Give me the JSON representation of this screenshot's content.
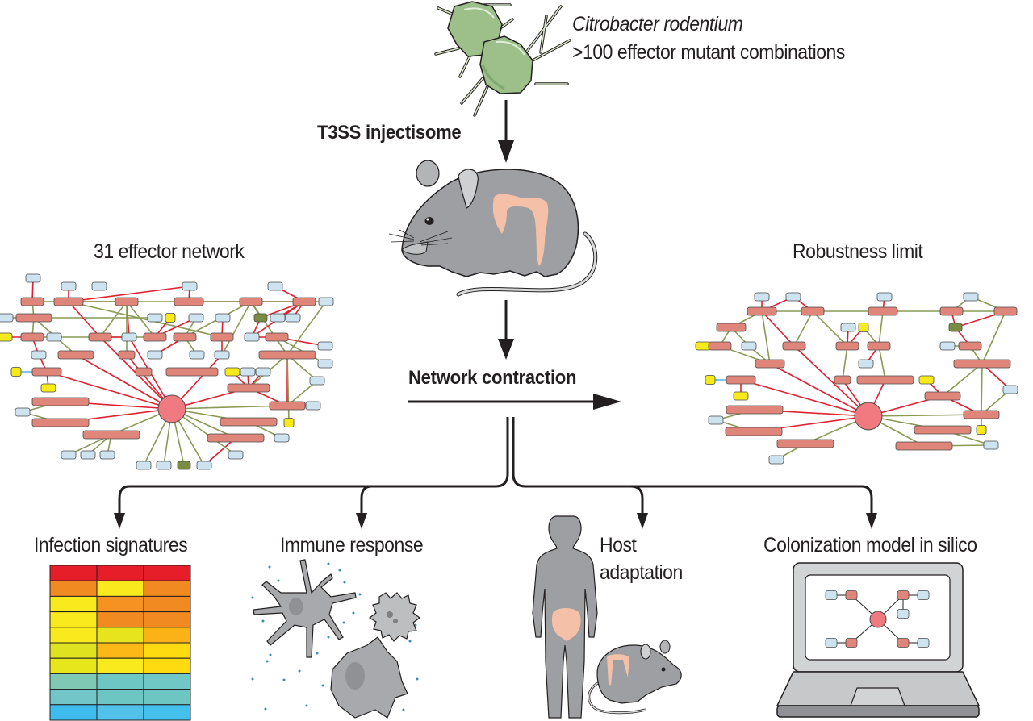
{
  "title": "Citrobacter rodentium effector network contraction",
  "labels": {
    "organism": "Citrobacter rodentium",
    "mutants": ">100 effector mutant combinations",
    "injectisome": "T3SS injectisome",
    "left_network": "31 effector network",
    "right_network": "Robustness limit",
    "contraction": "Network contraction",
    "outcome_1": "Infection signatures",
    "outcome_2": "Immune response",
    "outcome_3_line1": "Host",
    "outcome_3_line2": "adaptation",
    "outcome_4": "Colonization model in silico"
  },
  "colors": {
    "effector": "#e0857a",
    "host_target": "#cde3f0",
    "hub": "#f07a80",
    "yellow_node": "#f7ea1a",
    "green_node": "#7a8c44",
    "red_edge": "#e02030",
    "green_edge": "#8a9a55",
    "blue_edge": "#5aaee0",
    "bacterium": "#9dbf8a",
    "mouse": "#9d9fa2",
    "intestine": "#f4c0a8",
    "arrow": "#231f20"
  },
  "icons": [
    "bacteria-icon",
    "mouse-icon",
    "immune-cells-icon",
    "human-silhouette-icon",
    "laptop-icon",
    "heatmap-icon"
  ],
  "heatmap": {
    "rows": [
      [
        "#e61e2a",
        "#e61e2a",
        "#e61e2a"
      ],
      [
        "#f28a22",
        "#f8ea1c",
        "#f28a22"
      ],
      [
        "#f8ea1c",
        "#f59222",
        "#f28a22"
      ],
      [
        "#f8ea1c",
        "#f28a22",
        "#f28a22"
      ],
      [
        "#f8ea1c",
        "#e7e41e",
        "#fbb216"
      ],
      [
        "#dfe21e",
        "#fbb816",
        "#fddb10"
      ],
      [
        "#e7e61a",
        "#f8ea1c",
        "#fddb10"
      ],
      [
        "#7ec8b4",
        "#6ec6c4",
        "#70c8c6"
      ],
      [
        "#72c6c8",
        "#6ec6c2",
        "#6ec6c2"
      ],
      [
        "#3ebcee",
        "#52c2ea",
        "#44c0ec"
      ]
    ]
  },
  "left_network": {
    "hub": [
      213,
      507
    ],
    "nodes": [
      [
        41,
        345,
        "b",
        1
      ],
      [
        85,
        355,
        "b",
        1
      ],
      [
        123,
        355,
        "b",
        1
      ],
      [
        235,
        355,
        "b",
        1
      ],
      [
        341,
        355,
        "b",
        1
      ],
      [
        40,
        374,
        "e",
        1
      ],
      [
        85,
        374,
        "e",
        2
      ],
      [
        157,
        374,
        "e",
        1
      ],
      [
        234,
        374,
        "e",
        2
      ],
      [
        311,
        374,
        "e",
        1
      ],
      [
        377,
        374,
        "e",
        1
      ],
      [
        404,
        374,
        "b",
        1
      ],
      [
        42,
        394,
        "e",
        3
      ],
      [
        7,
        394,
        "b",
        1
      ],
      [
        192,
        394,
        "b",
        1
      ],
      [
        211,
        394,
        "y",
        0
      ],
      [
        243,
        394,
        "b",
        1
      ],
      [
        276,
        394,
        "b",
        1
      ],
      [
        323,
        394,
        "g",
        1
      ],
      [
        344,
        394,
        "b",
        1
      ],
      [
        363,
        394,
        "b",
        1
      ],
      [
        40,
        418,
        "e",
        1
      ],
      [
        6,
        418,
        "y",
        1
      ],
      [
        67,
        418,
        "b",
        1
      ],
      [
        124,
        418,
        "e",
        1
      ],
      [
        160,
        418,
        "b",
        1
      ],
      [
        192,
        418,
        "e",
        1
      ],
      [
        229,
        418,
        "e",
        1
      ],
      [
        275,
        418,
        "e",
        1
      ],
      [
        312,
        418,
        "b",
        1
      ],
      [
        343,
        418,
        "e",
        1
      ],
      [
        403,
        429,
        "b",
        1
      ],
      [
        48,
        440,
        "b",
        1
      ],
      [
        94,
        440,
        "e",
        3
      ],
      [
        157,
        440,
        "e",
        0
      ],
      [
        192,
        440,
        "b",
        1
      ],
      [
        244,
        440,
        "b",
        1
      ],
      [
        275,
        440,
        "b",
        1
      ],
      [
        356,
        440,
        "e",
        5
      ],
      [
        20,
        461,
        "y",
        0
      ],
      [
        58,
        461,
        "e",
        2
      ],
      [
        178,
        461,
        "e",
        0
      ],
      [
        238,
        461,
        "e",
        6
      ],
      [
        288,
        461,
        "y",
        1
      ],
      [
        307,
        461,
        "b",
        1
      ],
      [
        326,
        461,
        "b",
        1
      ],
      [
        403,
        451,
        "b",
        1
      ],
      [
        393,
        472,
        "b",
        1
      ],
      [
        60,
        481,
        "y",
        1
      ],
      [
        308,
        481,
        "e",
        4
      ],
      [
        388,
        503,
        "b",
        1
      ],
      [
        356,
        503,
        "e",
        3
      ],
      [
        358,
        524,
        "y",
        0
      ],
      [
        75,
        498,
        "e",
        5
      ],
      [
        28,
        511,
        "b",
        1
      ],
      [
        75,
        524,
        "e",
        5
      ],
      [
        308,
        523,
        "e",
        5
      ],
      [
        138,
        539,
        "e",
        5
      ],
      [
        292,
        543,
        "e",
        5
      ],
      [
        349,
        543,
        "b",
        1
      ],
      [
        85,
        564,
        "b",
        1
      ],
      [
        109,
        564,
        "b",
        1
      ],
      [
        133,
        564,
        "b",
        1
      ],
      [
        178,
        577,
        "b",
        1
      ],
      [
        203,
        577,
        "b",
        1
      ],
      [
        228,
        577,
        "g",
        1
      ],
      [
        253,
        577,
        "b",
        1
      ],
      [
        292,
        564,
        "b",
        1
      ]
    ],
    "edges": [
      [
        0,
        5,
        "r"
      ],
      [
        1,
        6,
        "r"
      ],
      [
        3,
        8,
        "r"
      ],
      [
        4,
        10,
        "r"
      ],
      [
        6,
        3,
        "r"
      ],
      [
        8,
        10,
        "r"
      ],
      [
        6,
        7,
        "r"
      ],
      [
        5,
        9,
        "g"
      ],
      [
        9,
        10,
        "g"
      ],
      [
        10,
        11,
        "g"
      ],
      [
        5,
        12,
        "g"
      ],
      [
        12,
        13,
        "g"
      ],
      [
        12,
        14,
        "g"
      ],
      [
        12,
        21,
        "g"
      ],
      [
        21,
        22,
        "r"
      ],
      [
        21,
        26,
        "g"
      ],
      [
        6,
        28,
        "g"
      ],
      [
        6,
        24,
        "r"
      ],
      [
        24,
        25,
        "r"
      ],
      [
        7,
        24,
        "g"
      ],
      [
        7,
        25,
        "r"
      ],
      [
        7,
        26,
        "g"
      ],
      [
        7,
        34,
        "g"
      ],
      [
        26,
        15,
        "r"
      ],
      [
        26,
        16,
        "r"
      ],
      [
        9,
        37,
        "g"
      ],
      [
        9,
        27,
        "g"
      ],
      [
        27,
        16,
        "g"
      ],
      [
        27,
        35,
        "r"
      ],
      [
        27,
        36,
        "g"
      ],
      [
        28,
        17,
        "r"
      ],
      [
        28,
        37,
        "r"
      ],
      [
        9,
        38,
        "g"
      ],
      [
        9,
        18,
        "g"
      ],
      [
        10,
        18,
        "r"
      ],
      [
        10,
        19,
        "r"
      ],
      [
        10,
        20,
        "r"
      ],
      [
        10,
        29,
        "r"
      ],
      [
        18,
        29,
        "r"
      ],
      [
        29,
        30,
        "r"
      ],
      [
        30,
        31,
        "r"
      ],
      [
        30,
        46,
        "g"
      ],
      [
        11,
        38,
        "g"
      ],
      [
        38,
        49,
        "g"
      ],
      [
        38,
        47,
        "g"
      ],
      [
        38,
        51,
        "r"
      ],
      [
        51,
        47,
        "g"
      ],
      [
        51,
        50,
        "g"
      ],
      [
        38,
        52,
        "g"
      ],
      [
        21,
        32,
        "r"
      ],
      [
        32,
        40,
        "r"
      ],
      [
        40,
        39,
        "bl"
      ],
      [
        40,
        48,
        "r"
      ],
      [
        33,
        12,
        "g"
      ],
      [
        53,
        54,
        "g"
      ],
      [
        55,
        54,
        "g"
      ],
      [
        56,
        59,
        "g"
      ],
      [
        57,
        60,
        "g"
      ],
      [
        57,
        61,
        "g"
      ],
      [
        57,
        62,
        "g"
      ],
      [
        58,
        66,
        "r"
      ],
      [
        49,
        43,
        "r"
      ],
      [
        49,
        44,
        "r"
      ],
      [
        49,
        45,
        "r"
      ],
      [
        49,
        51,
        "r"
      ]
    ],
    "hub_edges": [
      [
        40,
        "r"
      ],
      [
        33,
        "r"
      ],
      [
        24,
        "r"
      ],
      [
        25,
        "r"
      ],
      [
        34,
        "r"
      ],
      [
        37,
        "r"
      ],
      [
        49,
        "r"
      ],
      [
        53,
        "r"
      ],
      [
        55,
        "r"
      ],
      [
        51,
        "g"
      ],
      [
        56,
        "g"
      ],
      [
        57,
        "g"
      ],
      [
        58,
        "g"
      ],
      [
        63,
        "g"
      ],
      [
        64,
        "g"
      ],
      [
        65,
        "g"
      ],
      [
        66,
        "g"
      ],
      [
        67,
        "g"
      ]
    ]
  },
  "right_network": {
    "hub": [
      1076,
      516
    ],
    "nodes": [
      [
        944,
        368,
        "b",
        1
      ],
      [
        983,
        368,
        "b",
        1
      ],
      [
        1096,
        368,
        "b",
        1
      ],
      [
        1203,
        368,
        "b",
        1
      ],
      [
        944,
        386,
        "e",
        2
      ],
      [
        1007,
        386,
        "e",
        1
      ],
      [
        1094,
        386,
        "e",
        2
      ],
      [
        1179,
        386,
        "e",
        1
      ],
      [
        1246,
        386,
        "e",
        1
      ],
      [
        906,
        406,
        "e",
        2
      ],
      [
        1051,
        406,
        "b",
        1
      ],
      [
        1070,
        406,
        "y",
        0
      ],
      [
        1184,
        406,
        "g",
        1
      ],
      [
        871,
        429,
        "y",
        1
      ],
      [
        892,
        429,
        "e",
        1
      ],
      [
        928,
        429,
        "b",
        1
      ],
      [
        984,
        429,
        "e",
        1
      ],
      [
        1050,
        429,
        "e",
        1
      ],
      [
        1089,
        429,
        "e",
        1
      ],
      [
        1174,
        429,
        "b",
        1
      ],
      [
        1202,
        429,
        "e",
        1
      ],
      [
        954,
        451,
        "e",
        2
      ],
      [
        1073,
        451,
        "b",
        1
      ],
      [
        1217,
        451,
        "e",
        5
      ],
      [
        880,
        471,
        "y",
        0
      ],
      [
        918,
        471,
        "e",
        2
      ],
      [
        1044,
        471,
        "e",
        0
      ],
      [
        1097,
        471,
        "e",
        5
      ],
      [
        1148,
        471,
        "y",
        1
      ],
      [
        1252,
        483,
        "b",
        1
      ],
      [
        918,
        491,
        "y",
        1
      ],
      [
        1168,
        491,
        "e",
        3
      ],
      [
        1216,
        514,
        "e",
        3
      ],
      [
        1216,
        533,
        "y",
        0
      ],
      [
        935,
        508,
        "e",
        5
      ],
      [
        887,
        521,
        "b",
        1
      ],
      [
        934,
        535,
        "e",
        5
      ],
      [
        1168,
        533,
        "e",
        5
      ],
      [
        1145,
        553,
        "e",
        5
      ],
      [
        1228,
        552,
        "b",
        1
      ],
      [
        998,
        550,
        "e",
        5
      ],
      [
        962,
        570,
        "b",
        1
      ]
    ],
    "edges": [
      [
        0,
        4,
        "r"
      ],
      [
        1,
        4,
        "r"
      ],
      [
        1,
        5,
        "r"
      ],
      [
        2,
        6,
        "r"
      ],
      [
        4,
        5,
        "g"
      ],
      [
        5,
        6,
        "g"
      ],
      [
        6,
        7,
        "g"
      ],
      [
        7,
        8,
        "g"
      ],
      [
        3,
        7,
        "g"
      ],
      [
        3,
        8,
        "g"
      ],
      [
        4,
        9,
        "g"
      ],
      [
        9,
        14,
        "g"
      ],
      [
        14,
        13,
        "r"
      ],
      [
        9,
        15,
        "g"
      ],
      [
        14,
        21,
        "g"
      ],
      [
        15,
        21,
        "g"
      ],
      [
        4,
        21,
        "g"
      ],
      [
        4,
        16,
        "r"
      ],
      [
        5,
        16,
        "g"
      ],
      [
        5,
        17,
        "g"
      ],
      [
        17,
        10,
        "r"
      ],
      [
        17,
        11,
        "r"
      ],
      [
        6,
        18,
        "g"
      ],
      [
        18,
        11,
        "g"
      ],
      [
        18,
        22,
        "r"
      ],
      [
        18,
        27,
        "g"
      ],
      [
        17,
        26,
        "g"
      ],
      [
        7,
        12,
        "r"
      ],
      [
        8,
        12,
        "r"
      ],
      [
        12,
        20,
        "r"
      ],
      [
        19,
        20,
        "g"
      ],
      [
        20,
        23,
        "g"
      ],
      [
        8,
        23,
        "g"
      ],
      [
        25,
        24,
        "bl"
      ],
      [
        25,
        30,
        "r"
      ],
      [
        23,
        31,
        "g"
      ],
      [
        23,
        32,
        "g"
      ],
      [
        23,
        29,
        "r"
      ],
      [
        29,
        32,
        "g"
      ],
      [
        31,
        28,
        "r"
      ],
      [
        31,
        32,
        "r"
      ],
      [
        32,
        33,
        "g"
      ],
      [
        34,
        35,
        "g"
      ],
      [
        36,
        35,
        "g"
      ],
      [
        37,
        39,
        "g"
      ],
      [
        38,
        39,
        "g"
      ],
      [
        40,
        41,
        "g"
      ]
    ],
    "hub_edges": [
      [
        25,
        "r"
      ],
      [
        21,
        "r"
      ],
      [
        16,
        "r"
      ],
      [
        26,
        "r"
      ],
      [
        27,
        "r"
      ],
      [
        31,
        "r"
      ],
      [
        34,
        "r"
      ],
      [
        36,
        "r"
      ],
      [
        32,
        "g"
      ],
      [
        37,
        "g"
      ],
      [
        38,
        "g"
      ],
      [
        40,
        "g"
      ]
    ]
  },
  "laptop_network": {
    "hub": [
      1088,
      768
    ],
    "nodes": [
      [
        1055,
        738,
        "e",
        0
      ],
      [
        1030,
        738,
        "b",
        0
      ],
      [
        1119,
        738,
        "e",
        0
      ],
      [
        1144,
        738,
        "b",
        0
      ],
      [
        1119,
        761,
        "b",
        0
      ],
      [
        1055,
        797,
        "e",
        0
      ],
      [
        1030,
        797,
        "b",
        0
      ],
      [
        1119,
        797,
        "e",
        0
      ],
      [
        1144,
        797,
        "b",
        0
      ]
    ],
    "edges": [
      [
        0,
        1,
        "k"
      ],
      [
        2,
        3,
        "k"
      ],
      [
        2,
        4,
        "k"
      ],
      [
        5,
        6,
        "k"
      ],
      [
        7,
        8,
        "k"
      ]
    ],
    "hub_edges": [
      [
        0,
        "k"
      ],
      [
        2,
        "k"
      ],
      [
        5,
        "k"
      ],
      [
        7,
        "k"
      ]
    ]
  }
}
